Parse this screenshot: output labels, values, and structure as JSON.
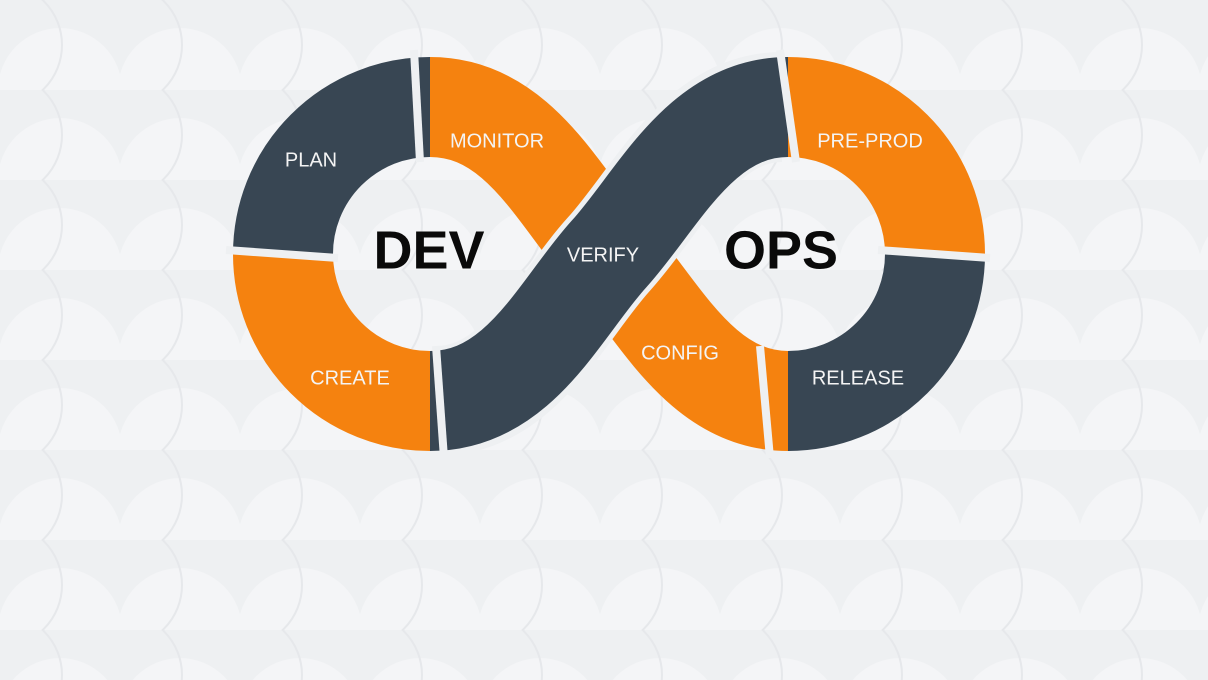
{
  "colors": {
    "dark": "#384653",
    "orange": "#f5820f",
    "background": "#eef0f2"
  },
  "diagram": {
    "center_left": "DEV",
    "center_right": "OPS",
    "stages": {
      "plan": "PLAN",
      "create": "CREATE",
      "monitor": "MONITOR",
      "verify": "VERIFY",
      "config": "CONFIG",
      "pre_prod": "PRE-PROD",
      "release": "RELEASE"
    }
  }
}
